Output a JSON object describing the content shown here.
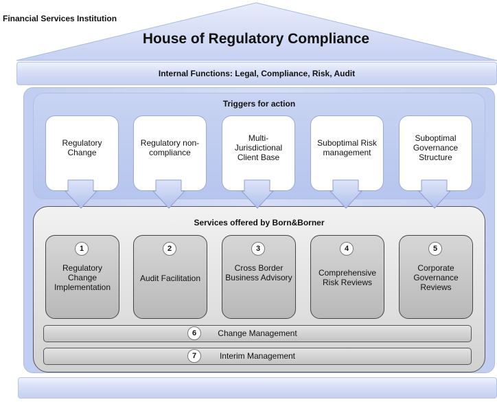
{
  "header": {
    "institution_label": "Financial Services Institution",
    "title": "House of Regulatory Compliance"
  },
  "internal_functions": {
    "label": "Internal Functions: Legal, Compliance, Risk, Audit"
  },
  "triggers": {
    "title": "Triggers for action",
    "items": [
      {
        "label": "Regulatory Change"
      },
      {
        "label": "Regulatory non-compliance"
      },
      {
        "label": "Multi-Jurisdictional Client Base"
      },
      {
        "label": "Suboptimal Risk management"
      },
      {
        "label": "Suboptimal Governance Structure"
      }
    ]
  },
  "services": {
    "title": "Services offered by Born&Borner",
    "items": [
      {
        "number": "1",
        "label": "Regulatory Change Implementation"
      },
      {
        "number": "2",
        "label": "Audit Facilitation"
      },
      {
        "number": "3",
        "label": "Cross Border Business Advisory"
      },
      {
        "number": "4",
        "label": "Comprehensive Risk Reviews"
      },
      {
        "number": "5",
        "label": "Corporate Governance Reviews"
      }
    ],
    "bars": [
      {
        "number": "6",
        "label": "Change Management"
      },
      {
        "number": "7",
        "label": "Interim Management"
      }
    ]
  },
  "colors": {
    "roof": "#cdd6f4",
    "blue_band": "#d6def6",
    "service_gray": "#c8c8c8"
  }
}
